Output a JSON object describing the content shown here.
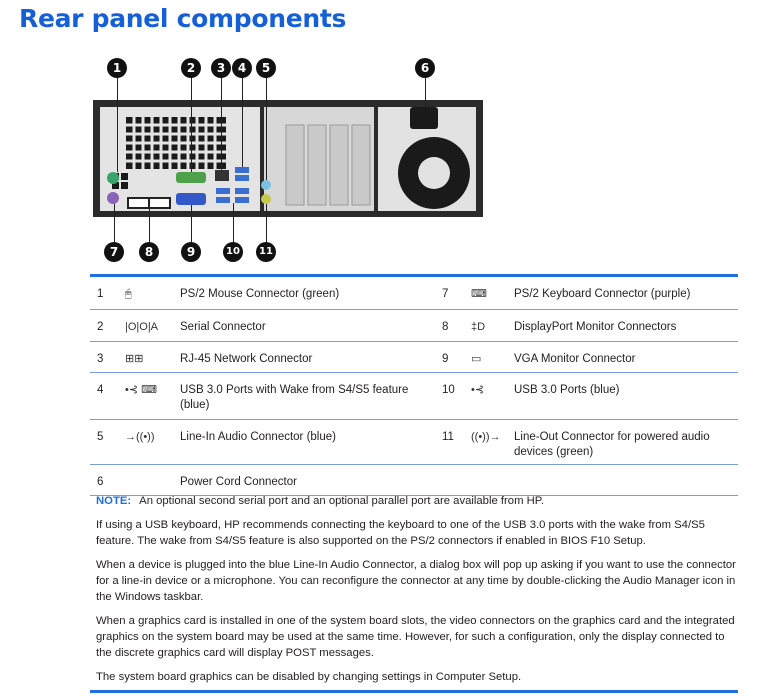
{
  "title": "Rear panel components",
  "figure": {
    "callouts_top": [
      "1",
      "2",
      "3",
      "4",
      "5",
      "6"
    ],
    "callouts_bottom": [
      "7",
      "8",
      "9",
      "10",
      "11"
    ],
    "colors": {
      "chassis": "#2b2b2b",
      "panel": "#e6e6e6",
      "ps2_mouse": "#3aa56b",
      "ps2_keyboard": "#8a63b8",
      "serial": "#4ea14a",
      "vga": "#3358c8",
      "usb": "#3b6ed1",
      "line_in": "#7cc1e0",
      "line_out": "#c5c94a"
    }
  },
  "table": {
    "rows": [
      {
        "left": {
          "num": "1",
          "icon": "mouse-icon",
          "glyph": "🖱",
          "label": "PS/2 Mouse Connector (green)"
        },
        "right": {
          "num": "7",
          "icon": "keyboard-icon",
          "glyph": "⌨",
          "label": "PS/2 Keyboard Connector (purple)"
        }
      },
      {
        "left": {
          "num": "2",
          "icon": "serial-icon",
          "glyph": "|O|O|A",
          "label": "Serial Connector"
        },
        "right": {
          "num": "8",
          "icon": "displayport-icon",
          "glyph": "‡D",
          "label": "DisplayPort Monitor Connectors"
        }
      },
      {
        "left": {
          "num": "3",
          "icon": "network-icon",
          "glyph": "⊞⊞",
          "label": "RJ-45 Network Connector"
        },
        "right": {
          "num": "9",
          "icon": "vga-icon",
          "glyph": "▭",
          "label": "VGA Monitor Connector"
        }
      },
      {
        "left": {
          "num": "4",
          "icon": "usb-wake-icon",
          "glyph": "•⊰ ⌨",
          "label": "USB 3.0 Ports with Wake from S4/S5 feature (blue)"
        },
        "right": {
          "num": "10",
          "icon": "usb-icon",
          "glyph": "•⊰",
          "label": "USB 3.0 Ports (blue)"
        }
      },
      {
        "left": {
          "num": "5",
          "icon": "line-in-icon",
          "glyph": "→((•))",
          "label": "Line-In Audio Connector (blue)"
        },
        "right": {
          "num": "11",
          "icon": "line-out-icon",
          "glyph": "((•))→",
          "label": "Line-Out Connector for powered audio devices (green)"
        }
      },
      {
        "left": {
          "num": "6",
          "icon": "",
          "glyph": "",
          "label": "Power Cord Connector"
        },
        "right": null
      }
    ]
  },
  "notes": {
    "note_label": "NOTE:",
    "note_text": "An optional second serial port and an optional parallel port are available from HP.",
    "paragraphs": [
      "If using a USB keyboard, HP recommends connecting the keyboard to one of the USB 3.0 ports with the wake from S4/S5 feature. The wake from S4/S5 feature is also supported on the PS/2 connectors if enabled in BIOS F10 Setup.",
      "When a device is plugged into the blue Line-In Audio Connector, a dialog box will pop up asking if you want to use the connector for a line-in device or a microphone. You can reconfigure the connector at any time by double-clicking the Audio Manager icon in the Windows taskbar.",
      "When a graphics card is installed in one of the system board slots, the video connectors on the graphics card and the integrated graphics on the system board may be used at the same time. However, for such a configuration, only the display connected to the discrete graphics card will display POST messages.",
      "The system board graphics can be disabled by changing settings in Computer Setup."
    ]
  }
}
